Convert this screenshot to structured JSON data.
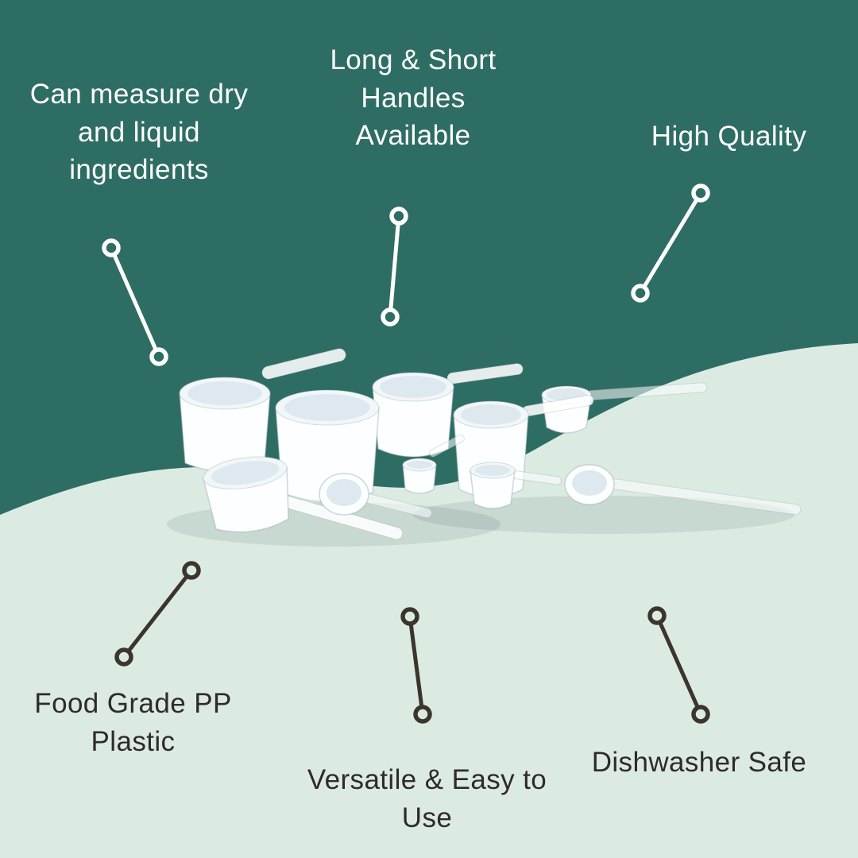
{
  "colors": {
    "teal": "#2e6d63",
    "mint": "#dcebe2",
    "text_light": "#ffffff",
    "text_dark": "#2f2b27",
    "connector_light": "#ffffff",
    "connector_dark": "#3b352d"
  },
  "callouts": {
    "measure": {
      "label": "Can measure dry\nand liquid\ningredients"
    },
    "handles": {
      "label": "Long & Short\nHandles\nAvailable"
    },
    "quality": {
      "label": "High Quality"
    },
    "food_grade": {
      "label": "Food Grade PP\nPlastic"
    },
    "versatile": {
      "label": "Versatile & Easy to\nUse"
    },
    "dishwasher": {
      "label": "Dishwasher Safe"
    }
  }
}
